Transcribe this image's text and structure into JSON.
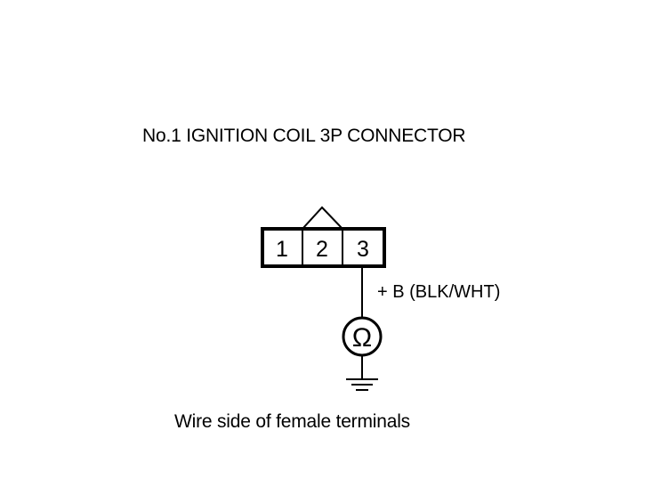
{
  "title": "No.1 IGNITION COIL 3P CONNECTOR",
  "connector": {
    "pins": [
      "1",
      "2",
      "3"
    ]
  },
  "wire": {
    "label": "+ B (BLK/WHT)"
  },
  "meter": {
    "symbol": "Ω"
  },
  "caption": "Wire side of female terminals",
  "colors": {
    "line": "#000000",
    "background": "#ffffff"
  }
}
